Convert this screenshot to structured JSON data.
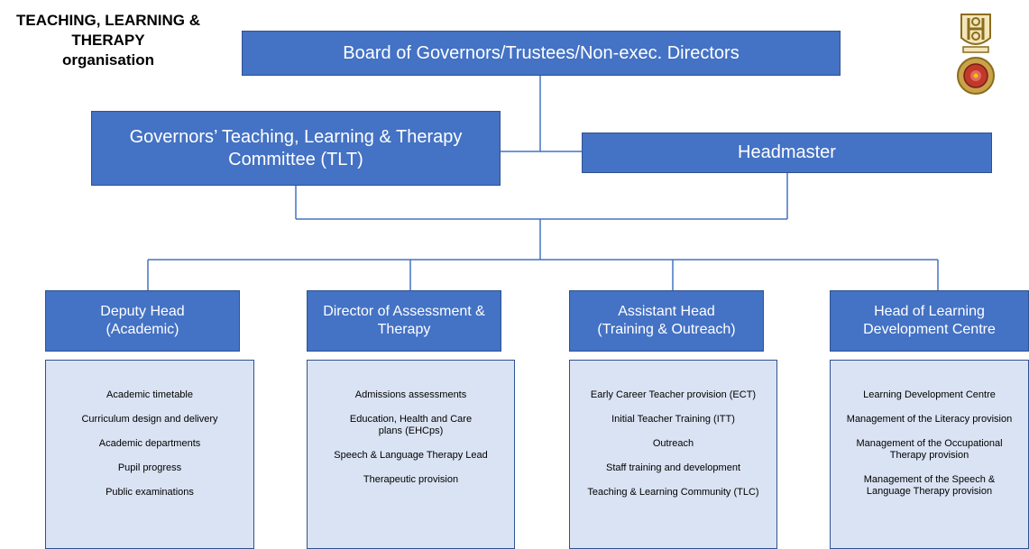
{
  "header": {
    "title_lines": [
      "TEACHING, LEARNING &",
      "THERAPY",
      "organisation"
    ]
  },
  "logo": {
    "icon": "school-crest-icon"
  },
  "board": {
    "label": "Board of Governors/Trustees/Non-exec. Directors"
  },
  "committee": {
    "lines": [
      "Governors’ Teaching, Learning & Therapy",
      "Committee (TLT)"
    ]
  },
  "headmaster": {
    "label": "Headmaster"
  },
  "departments": [
    {
      "heading": [
        "Deputy Head",
        "(Academic)"
      ],
      "items": [
        "Academic timetable",
        "Curriculum design and delivery",
        "Academic departments",
        "Pupil progress",
        "Public examinations"
      ]
    },
    {
      "heading": [
        "Director of Assessment &",
        "Therapy"
      ],
      "items": [
        "Admissions assessments",
        "Education, Health and Care plans (EHCps)",
        "Speech & Language Therapy Lead",
        "Therapeutic provision"
      ]
    },
    {
      "heading": [
        "Assistant Head",
        "(Training & Outreach)"
      ],
      "items": [
        "Early Career Teacher provision (ECT)",
        "Initial Teacher Training (ITT)",
        "Outreach",
        "Staff training and development",
        "Teaching & Learning Community (TLC)"
      ]
    },
    {
      "heading": [
        "Head of Learning",
        "Development Centre"
      ],
      "items": [
        "Learning Development Centre",
        "Management of the Literacy provision",
        "Management of the Occupational Therapy provision",
        "Management of the Speech & Language Therapy provision"
      ]
    }
  ],
  "colors": {
    "box_fill": "#4472c4",
    "box_border": "#2f528f",
    "list_fill": "#dae3f3",
    "connector": "#4472c4"
  }
}
